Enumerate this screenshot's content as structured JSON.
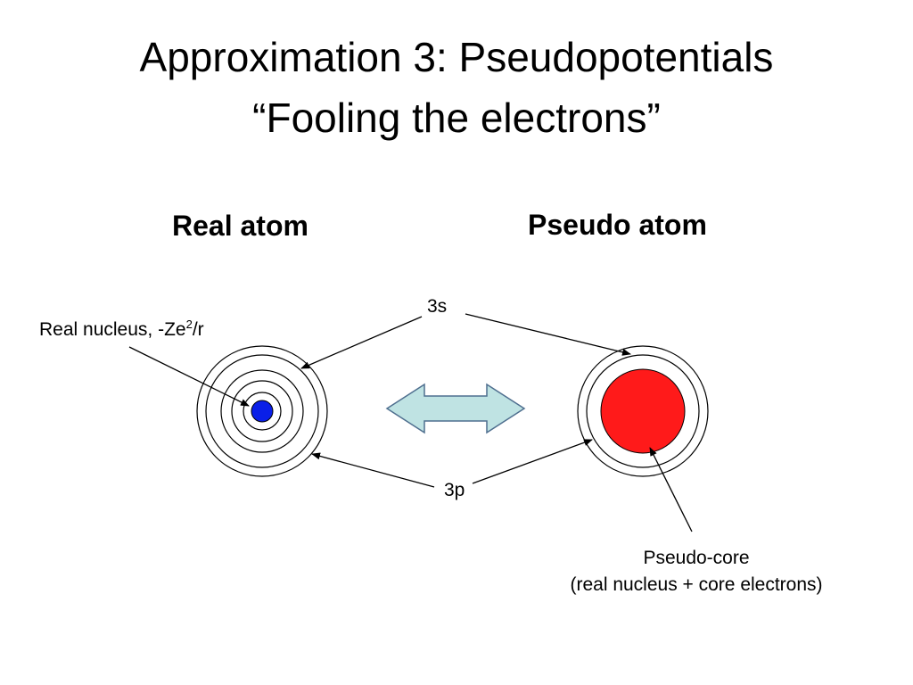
{
  "slide": {
    "title_line1": "Approximation 3: Pseudopotentials",
    "title_line2": "“Fooling the electrons”"
  },
  "real_atom": {
    "heading": "Real atom",
    "nucleus_label_prefix": "Real nucleus, -Ze",
    "nucleus_label_sup": "2",
    "nucleus_label_suffix": "/r",
    "nucleus_color": "#0a1fe8"
  },
  "pseudo_atom": {
    "heading": "Pseudo atom",
    "core_color": "#ff1a1a",
    "core_label_line1": "Pseudo-core",
    "core_label_line2": "(real nucleus + core electrons)"
  },
  "orbital_labels": {
    "s": "3s",
    "p": "3p"
  },
  "double_arrow": {
    "fill": "#bfe3e3",
    "stroke": "#4f6f8f"
  }
}
